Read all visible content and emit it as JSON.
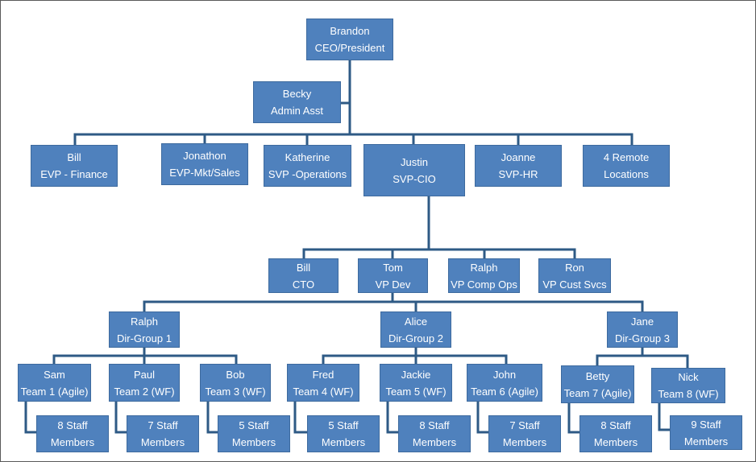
{
  "line_color": "#2e5a85",
  "box_color": "#4f81bd",
  "nodes": {
    "brandon": {
      "name": "Brandon",
      "title": "CEO/President"
    },
    "becky": {
      "name": "Becky",
      "title": "Admin Asst"
    },
    "bill_evp": {
      "name": "Bill",
      "title": "EVP - Finance"
    },
    "jonathon": {
      "name": "Jonathon",
      "title": "EVP-Mkt/Sales"
    },
    "katherine": {
      "name": "Katherine",
      "title": "SVP -Operations"
    },
    "justin": {
      "name": "Justin",
      "title": "SVP-CIO"
    },
    "joanne": {
      "name": "Joanne",
      "title": "SVP-HR"
    },
    "remote": {
      "name": "4 Remote",
      "title": "Locations"
    },
    "bill_cto": {
      "name": "Bill",
      "title": "CTO"
    },
    "tom": {
      "name": "Tom",
      "title": "VP Dev"
    },
    "ralph_vp": {
      "name": "Ralph",
      "title": "VP Comp Ops"
    },
    "ron": {
      "name": "Ron",
      "title": "VP Cust Svcs"
    },
    "ralph_dir": {
      "name": "Ralph",
      "title": "Dir-Group 1"
    },
    "alice": {
      "name": "Alice",
      "title": "Dir-Group 2"
    },
    "jane": {
      "name": "Jane",
      "title": "Dir-Group 3"
    },
    "sam": {
      "name": "Sam",
      "title": "Team 1 (Agile)"
    },
    "paul": {
      "name": "Paul",
      "title": "Team 2 (WF)"
    },
    "bob": {
      "name": "Bob",
      "title": "Team 3 (WF)"
    },
    "fred": {
      "name": "Fred",
      "title": "Team 4 (WF)"
    },
    "jackie": {
      "name": "Jackie",
      "title": "Team 5 (WF)"
    },
    "john": {
      "name": "John",
      "title": "Team 6  (Agile)"
    },
    "betty": {
      "name": "Betty",
      "title": "Team 7 (Agile)"
    },
    "nick": {
      "name": "Nick",
      "title": "Team 8 (WF)"
    },
    "staff1": {
      "name": "8 Staff",
      "title": "Members"
    },
    "staff2": {
      "name": "7 Staff",
      "title": "Members"
    },
    "staff3": {
      "name": "5 Staff",
      "title": "Members"
    },
    "staff4": {
      "name": "5 Staff",
      "title": "Members"
    },
    "staff5": {
      "name": "8 Staff",
      "title": "Members"
    },
    "staff6": {
      "name": "7 Staff",
      "title": "Members"
    },
    "staff7": {
      "name": "8 Staff",
      "title": "Members"
    },
    "staff8": {
      "name": "9 Staff",
      "title": "Members"
    }
  }
}
